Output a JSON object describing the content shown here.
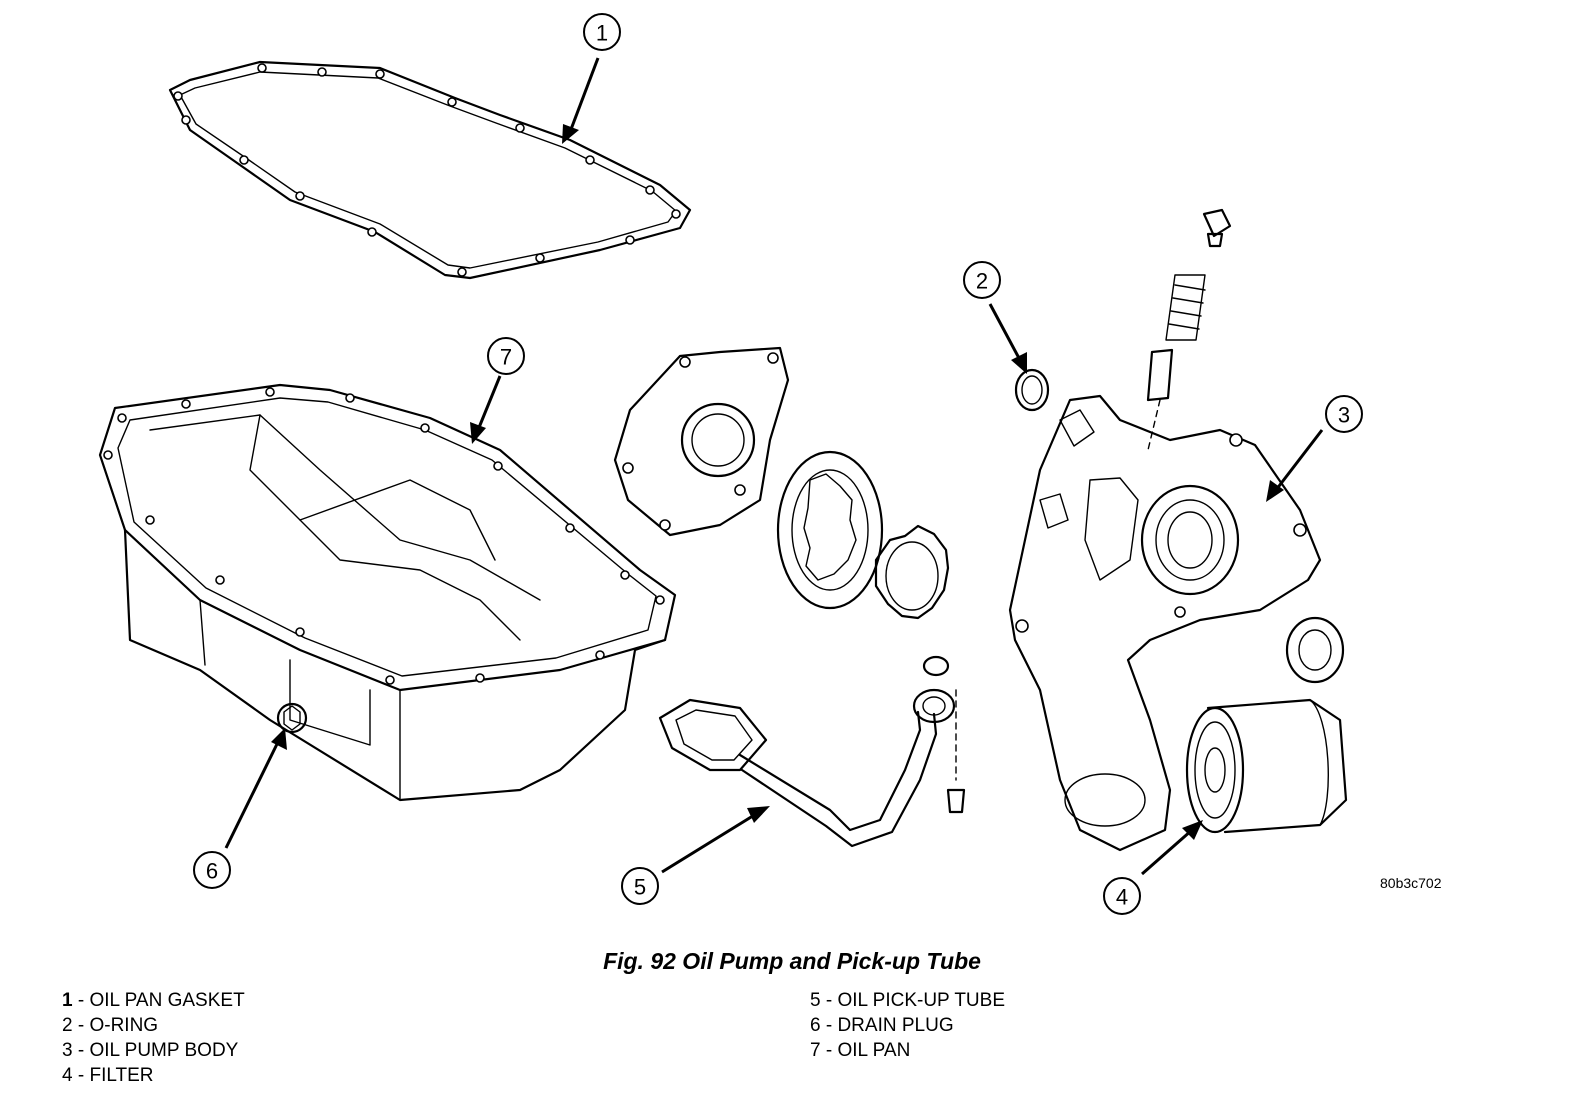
{
  "figure": {
    "caption": "Fig. 92 Oil Pump and Pick-up Tube",
    "image_code": "80b3c702"
  },
  "callouts": [
    "1",
    "2",
    "3",
    "4",
    "5",
    "6",
    "7"
  ],
  "legend": {
    "left": [
      {
        "num": "1",
        "text": " - OIL PAN GASKET"
      },
      {
        "num": "2",
        "text": " - O-RING"
      },
      {
        "num": "3",
        "text": " - OIL PUMP BODY"
      },
      {
        "num": "4",
        "text": " - FILTER"
      }
    ],
    "right": [
      {
        "num": "5",
        "text": " - OIL PICK-UP TUBE"
      },
      {
        "num": "6",
        "text": " - DRAIN PLUG"
      },
      {
        "num": "7",
        "text": " - OIL PAN"
      }
    ]
  }
}
